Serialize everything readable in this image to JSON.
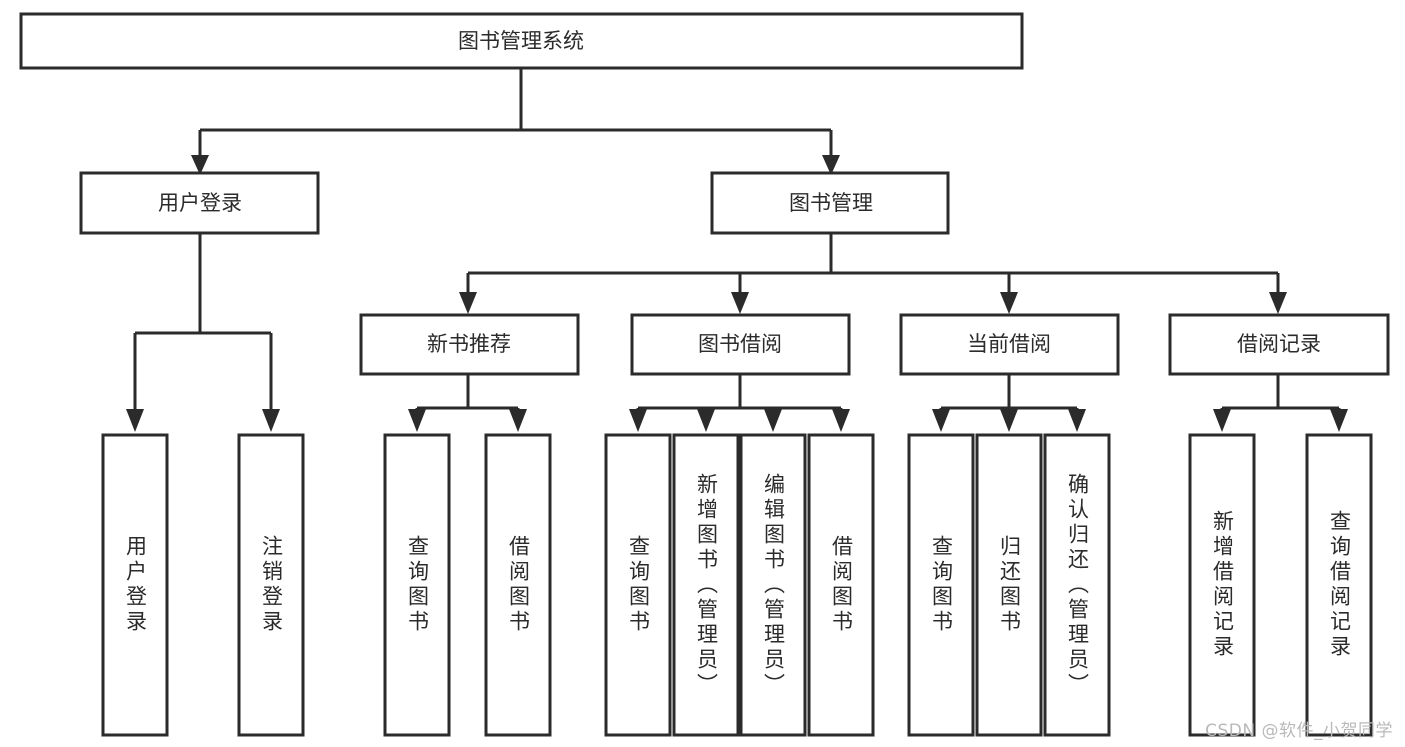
{
  "diagram": {
    "title": "图书管理系统",
    "watermark": "CSDN @软件_小贺同学",
    "colors": {
      "stroke": "#2b2b2b",
      "fill": "#ffffff",
      "background": "#ffffff",
      "watermark": "#b9b9b9"
    },
    "levels": {
      "root": {
        "label": "图书管理系统"
      },
      "level2": [
        {
          "label": "用户登录"
        },
        {
          "label": "图书管理"
        }
      ],
      "level3": [
        {
          "label": "新书推荐"
        },
        {
          "label": "图书借阅"
        },
        {
          "label": "当前借阅"
        },
        {
          "label": "借阅记录"
        }
      ],
      "leaves": [
        {
          "label": "用户登录",
          "parent": "用户登录"
        },
        {
          "label": "注销登录",
          "parent": "用户登录"
        },
        {
          "label": "查询图书",
          "parent": "新书推荐"
        },
        {
          "label": "借阅图书",
          "parent": "新书推荐"
        },
        {
          "label": "查询图书",
          "parent": "图书借阅"
        },
        {
          "label": "新增图书（管理员）",
          "parent": "图书借阅"
        },
        {
          "label": "编辑图书（管理员）",
          "parent": "图书借阅"
        },
        {
          "label": "借阅图书",
          "parent": "图书借阅"
        },
        {
          "label": "查询图书",
          "parent": "当前借阅"
        },
        {
          "label": "归还图书",
          "parent": "当前借阅"
        },
        {
          "label": "确认归还（管理员）",
          "parent": "当前借阅"
        },
        {
          "label": "新增借阅记录",
          "parent": "借阅记录"
        },
        {
          "label": "查询借阅记录",
          "parent": "借阅记录"
        }
      ]
    }
  }
}
